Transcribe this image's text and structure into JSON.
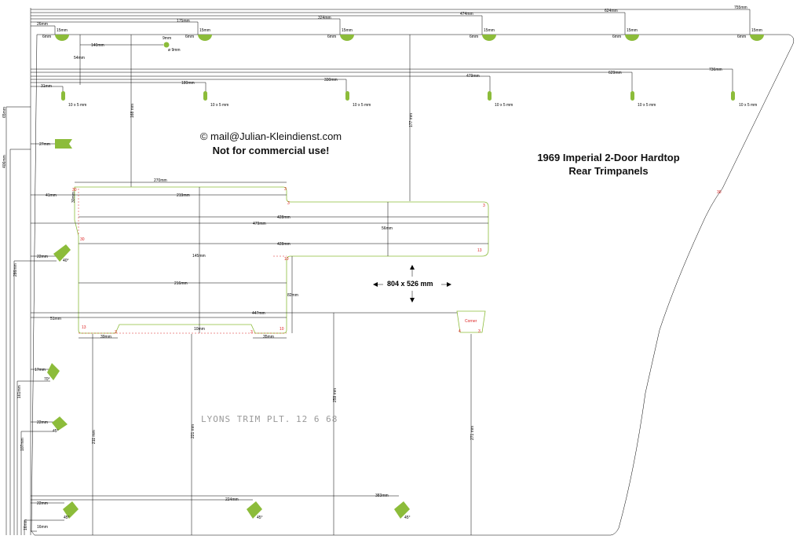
{
  "copyright": "© mail@Julian-Kleindienst.com",
  "notice": "Not for commercial use!",
  "title_line1": "1969 Imperial 2-Door Hardtop",
  "title_line2": "Rear Trimpanels",
  "overall_size": "804 x 526 mm",
  "stamp_left": "LYONS TRIM PLT.",
  "stamp_right": "12 6 68",
  "top_dims": [
    "755mm",
    "624mm",
    "474mm",
    "324mm",
    "175mm",
    "26mm"
  ],
  "clip_width": "15mm",
  "clip_gap": "6mm",
  "hole": {
    "h": "9mm",
    "dia": "ø 9mm",
    "x": "140mm",
    "y": "54mm"
  },
  "slot_size": "10 x 5 mm",
  "slot_dims": [
    "736mm",
    "629mm",
    "479mm",
    "330mm",
    "180mm",
    "31mm"
  ],
  "left_dims": [
    "406mm",
    "286mm",
    "161mm",
    "107mm",
    "65mm",
    "16mm"
  ],
  "clip_offsets": [
    "27mm",
    "22mm",
    "17mm",
    "22mm",
    "22mm",
    "16mm"
  ],
  "angles": [
    "40°",
    "70°",
    "45°",
    "45°",
    "45°",
    "45°"
  ],
  "bottom_dims": [
    "224mm",
    "383mm"
  ],
  "cutout_dims": [
    "270mm",
    "219mm",
    "428mm",
    "479mm",
    "428mm",
    "216mm",
    "447mm",
    "41mm",
    "51mm",
    "145mm",
    "56mm",
    "82mm",
    "10mm",
    "39mm",
    "35mm",
    "30mm"
  ],
  "vertical_dims": [
    "168 mm",
    "177 mm",
    "211 mm",
    "221 mm",
    "259 mm",
    "271 mm"
  ],
  "radius_labels": [
    "30",
    "30",
    "3",
    "13",
    "3",
    "3",
    "10",
    "3",
    "10",
    "3",
    "13",
    "4",
    "3",
    "30"
  ],
  "corner_label": "Corner",
  "colors": {
    "accent": "#8cbc3a",
    "marker": "#d22222",
    "ink": "#000000"
  }
}
